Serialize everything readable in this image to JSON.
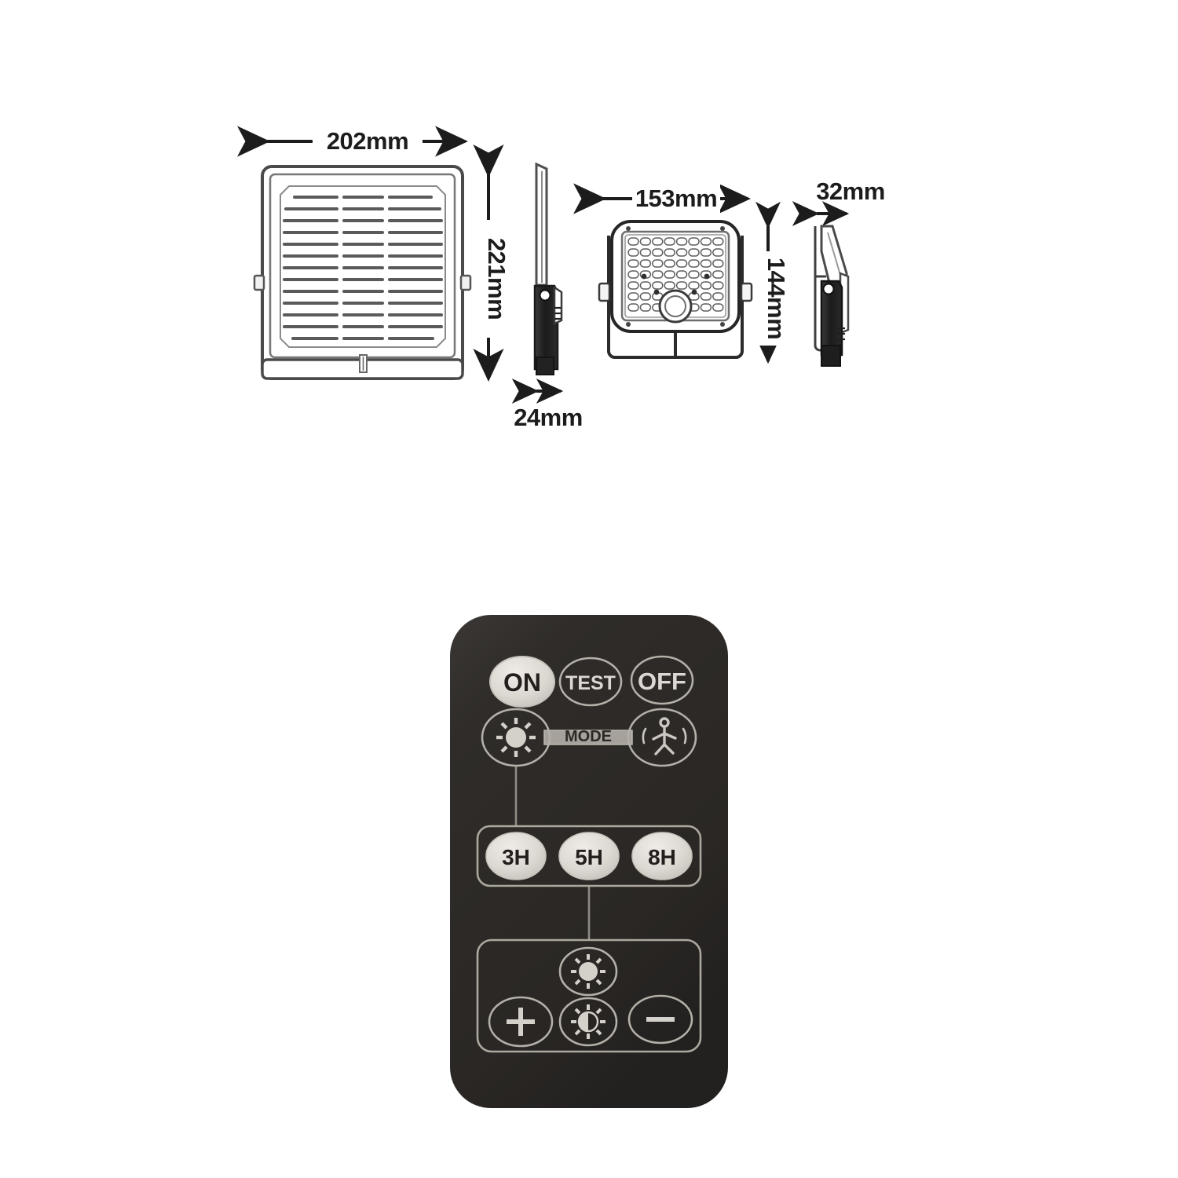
{
  "page": {
    "background_color": "#ffffff",
    "title": "Solar LED Floodlight Dimension Drawing and Remote Control"
  },
  "dimensions": {
    "panel_width": "202mm",
    "panel_height": "221mm",
    "panel_depth": "24mm",
    "light_width": "153mm",
    "light_height": "144mm",
    "light_depth": "32mm"
  },
  "views": {
    "solar_panel_front": {
      "label": "solar-panel-front-view",
      "cell_rows": 13,
      "cell_columns": 3
    },
    "solar_panel_side": {
      "label": "solar-panel-side-view"
    },
    "floodlight_front": {
      "label": "floodlight-front-view",
      "led_columns": 8,
      "led_rows": 7,
      "sensor": "pir-sensor"
    },
    "floodlight_side": {
      "label": "floodlight-side-view"
    }
  },
  "remote": {
    "body_color": "#2e2b28",
    "outline_color": "#b9b5ad",
    "button_light_fill": "#d8d5cf",
    "row_power": [
      {
        "id": "on",
        "label": "ON",
        "style": "filled",
        "shape": "ellipse"
      },
      {
        "id": "test",
        "label": "TEST",
        "style": "outline",
        "shape": "ellipse"
      },
      {
        "id": "off",
        "label": "OFF",
        "style": "outline",
        "shape": "ellipse"
      }
    ],
    "row_mode": {
      "label": "MODE",
      "left_button": {
        "id": "mode-sun",
        "icon": "sun-icon"
      },
      "right_button": {
        "id": "mode-motion",
        "icon": "walking-person-icon"
      }
    },
    "row_timer": [
      {
        "id": "3h",
        "label": "3H",
        "style": "filled"
      },
      {
        "id": "5h",
        "label": "5H",
        "style": "filled"
      },
      {
        "id": "8h",
        "label": "8H",
        "style": "filled"
      }
    ],
    "row_brightness": {
      "top_button": {
        "id": "brightness-full",
        "icon": "sun-icon"
      },
      "plus_button": {
        "id": "brightness-plus",
        "label": "+"
      },
      "dim_button": {
        "id": "brightness-dim",
        "icon": "half-sun-icon"
      },
      "minus_button": {
        "id": "brightness-minus",
        "label": "−"
      }
    }
  }
}
